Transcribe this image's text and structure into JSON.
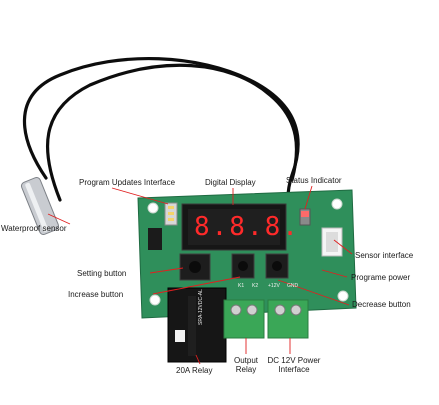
{
  "labels": {
    "program_updates_interface": "Program Updates Interface",
    "digital_display": "Digital Display",
    "status_indicator": "Status Indicator",
    "waterproof_sensor": "Waterproof sensor",
    "sensor_interface": "Sensor interface",
    "setting_button": "Setting button",
    "programe_power": "Programe power",
    "increase_button": "Increase button",
    "decrease_button": "Decrease button",
    "relay_20a": "20A Relay",
    "output_relay_line1": "Output",
    "output_relay_line2": "Relay",
    "dc_power_line1": "DC 12V Power",
    "dc_power_line2": "Interface"
  },
  "display": {
    "readout": "8.8.8."
  },
  "board_silkscreen": {
    "key_1": "K1",
    "key_2": "K2",
    "terminal_12v": "+12V",
    "terminal_gnd": "GND",
    "relay_model": "SRA-12VDC-AL"
  },
  "colors": {
    "board_green": "#2f8f5b",
    "terminal_green": "#3aa757",
    "display_red": "#ff2a2a",
    "leader_red": "#e02020",
    "cable": "#0d0d0d"
  }
}
